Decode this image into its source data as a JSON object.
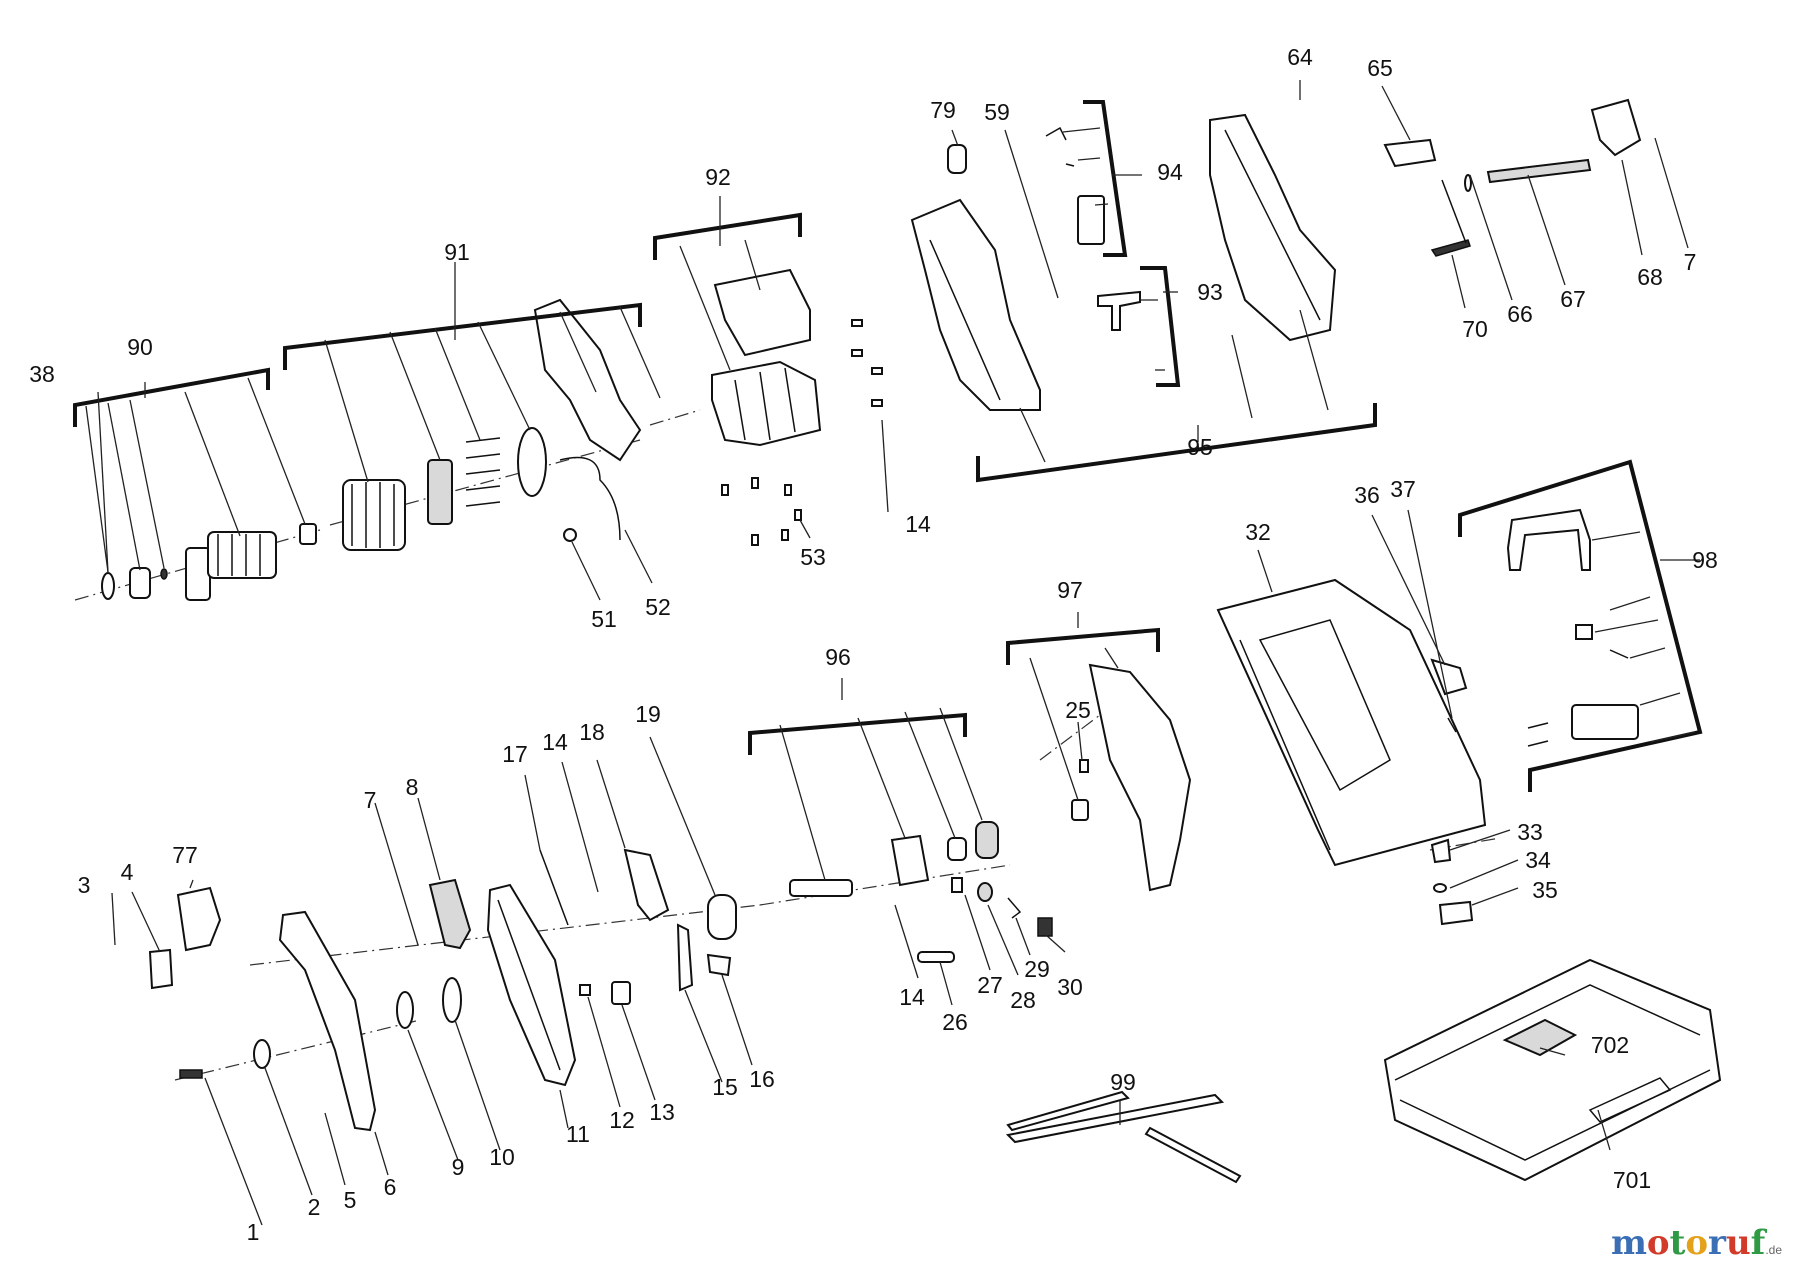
{
  "diagram": {
    "labels": [
      {
        "id": "n1",
        "text": "1"
      },
      {
        "id": "n2",
        "text": "2"
      },
      {
        "id": "n3",
        "text": "3"
      },
      {
        "id": "n4",
        "text": "4"
      },
      {
        "id": "n5",
        "text": "5"
      },
      {
        "id": "n6",
        "text": "6"
      },
      {
        "id": "n7a",
        "text": "7"
      },
      {
        "id": "n7b",
        "text": "7"
      },
      {
        "id": "n8",
        "text": "8"
      },
      {
        "id": "n9",
        "text": "9"
      },
      {
        "id": "n10",
        "text": "10"
      },
      {
        "id": "n11",
        "text": "11"
      },
      {
        "id": "n12",
        "text": "12"
      },
      {
        "id": "n13",
        "text": "13"
      },
      {
        "id": "n14a",
        "text": "14"
      },
      {
        "id": "n14b",
        "text": "14"
      },
      {
        "id": "n14c",
        "text": "14"
      },
      {
        "id": "n15",
        "text": "15"
      },
      {
        "id": "n16",
        "text": "16"
      },
      {
        "id": "n17",
        "text": "17"
      },
      {
        "id": "n18",
        "text": "18"
      },
      {
        "id": "n19",
        "text": "19"
      },
      {
        "id": "n25",
        "text": "25"
      },
      {
        "id": "n26",
        "text": "26"
      },
      {
        "id": "n27",
        "text": "27"
      },
      {
        "id": "n28",
        "text": "28"
      },
      {
        "id": "n29",
        "text": "29"
      },
      {
        "id": "n30",
        "text": "30"
      },
      {
        "id": "n32",
        "text": "32"
      },
      {
        "id": "n33",
        "text": "33"
      },
      {
        "id": "n34",
        "text": "34"
      },
      {
        "id": "n35",
        "text": "35"
      },
      {
        "id": "n36",
        "text": "36"
      },
      {
        "id": "n37",
        "text": "37"
      },
      {
        "id": "n38",
        "text": "38"
      },
      {
        "id": "n51",
        "text": "51"
      },
      {
        "id": "n52",
        "text": "52"
      },
      {
        "id": "n53",
        "text": "53"
      },
      {
        "id": "n59",
        "text": "59"
      },
      {
        "id": "n64",
        "text": "64"
      },
      {
        "id": "n65",
        "text": "65"
      },
      {
        "id": "n66",
        "text": "66"
      },
      {
        "id": "n67",
        "text": "67"
      },
      {
        "id": "n68",
        "text": "68"
      },
      {
        "id": "n70",
        "text": "70"
      },
      {
        "id": "n77",
        "text": "77"
      },
      {
        "id": "n79",
        "text": "79"
      },
      {
        "id": "n90",
        "text": "90"
      },
      {
        "id": "n91",
        "text": "91"
      },
      {
        "id": "n92",
        "text": "92"
      },
      {
        "id": "n93",
        "text": "93"
      },
      {
        "id": "n94",
        "text": "94"
      },
      {
        "id": "n95",
        "text": "95"
      },
      {
        "id": "n96",
        "text": "96"
      },
      {
        "id": "n97",
        "text": "97"
      },
      {
        "id": "n98",
        "text": "98"
      },
      {
        "id": "n99",
        "text": "99"
      },
      {
        "id": "n701",
        "text": "701"
      },
      {
        "id": "n702",
        "text": "702"
      }
    ]
  },
  "watermark": {
    "letters": [
      "m",
      "o",
      "t",
      "o",
      "r",
      "u",
      "f"
    ],
    "suffix": ".de",
    "colors": [
      "#3a6fb5",
      "#d23a2a",
      "#2f9a45",
      "#e3a21a",
      "#3a6fb5",
      "#d23a2a",
      "#2f9a45"
    ]
  }
}
